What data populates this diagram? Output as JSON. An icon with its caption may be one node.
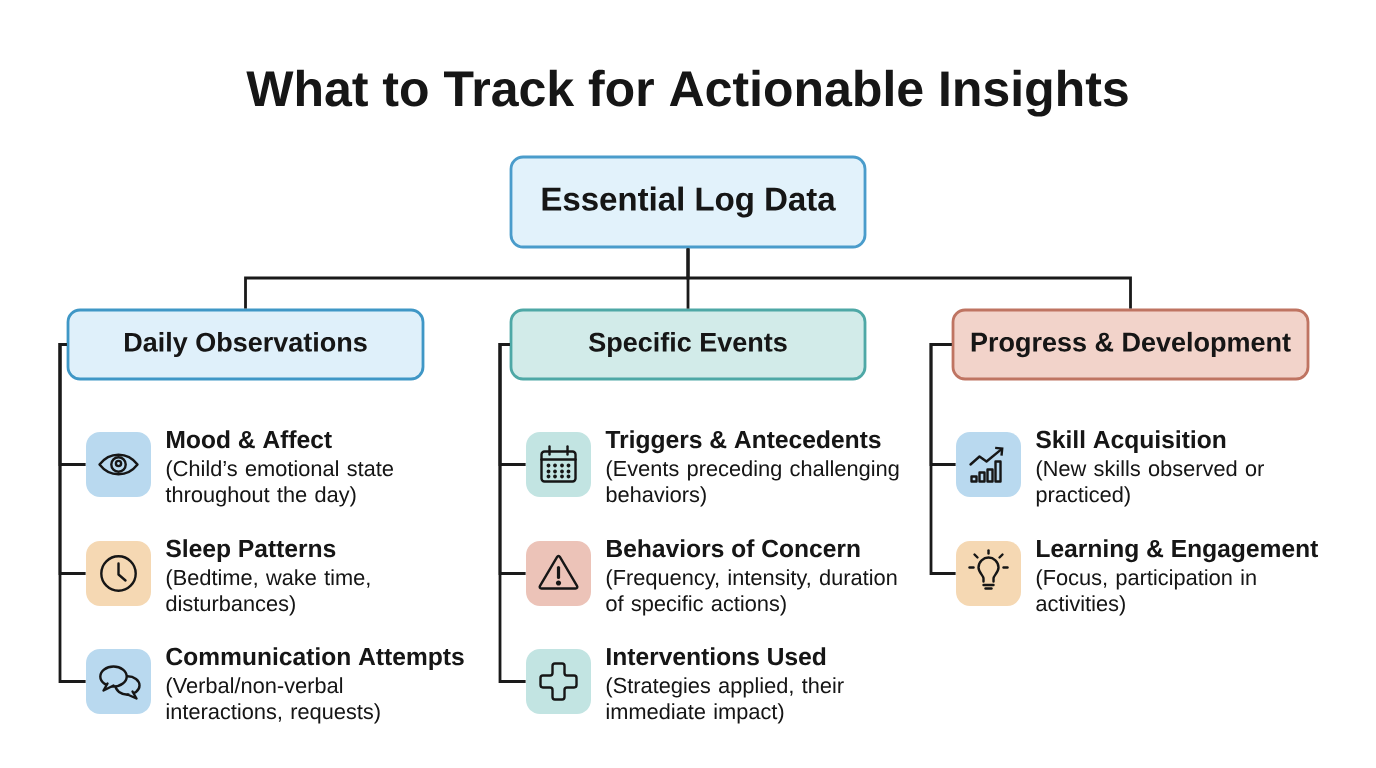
{
  "diagram": {
    "title": "What to Track for Actionable Insights",
    "nodes": [
      {
        "text": [
          "Essential Log Data"
        ]
      },
      {
        "text": [
          "Daily Observations"
        ]
      },
      {
        "text": [
          "Specific Events"
        ]
      },
      {
        "text": [
          "Progress & Development"
        ]
      },
      {
        "text": [
          "Mood & Affect",
          "(Child’s emotional state throughout the day)"
        ]
      },
      {
        "text": [
          "Sleep Patterns",
          "(Bedtime, wake time, disturbances)"
        ]
      },
      {
        "text": [
          "Communication Attempts",
          "(Verbal/non-verbal interactions, requests)"
        ]
      },
      {
        "text": [
          "Triggers & Antecedents",
          "(Events preceding challenging behaviors)"
        ]
      },
      {
        "text": [
          "Behaviors of Concern",
          "(Frequency, intensity, duration of specific actions)"
        ]
      },
      {
        "text": [
          "Interventions Used",
          "(Strategies applied, their immediate impact)"
        ]
      },
      {
        "text": [
          "Skill Acquisition",
          "(New skills observed or practiced)"
        ]
      },
      {
        "text": [
          "Learning & Engagement",
          "(Focus, participation in activities)"
        ]
      }
    ],
    "edges": [
      {
        "from": 0,
        "to": 1,
        "arrow": "none"
      },
      {
        "from": 0,
        "to": 2,
        "arrow": "none"
      },
      {
        "from": 0,
        "to": 3,
        "arrow": "none"
      },
      {
        "from": 1,
        "to": 4,
        "arrow": "none"
      },
      {
        "from": 1,
        "to": 5,
        "arrow": "none"
      },
      {
        "from": 1,
        "to": 6,
        "arrow": "none"
      },
      {
        "from": 2,
        "to": 7,
        "arrow": "none"
      },
      {
        "from": 2,
        "to": 8,
        "arrow": "none"
      },
      {
        "from": 2,
        "to": 9,
        "arrow": "none"
      },
      {
        "from": 3,
        "to": 10,
        "arrow": "none"
      },
      {
        "from": 3,
        "to": 11,
        "arrow": "none"
      }
    ]
  }
}
